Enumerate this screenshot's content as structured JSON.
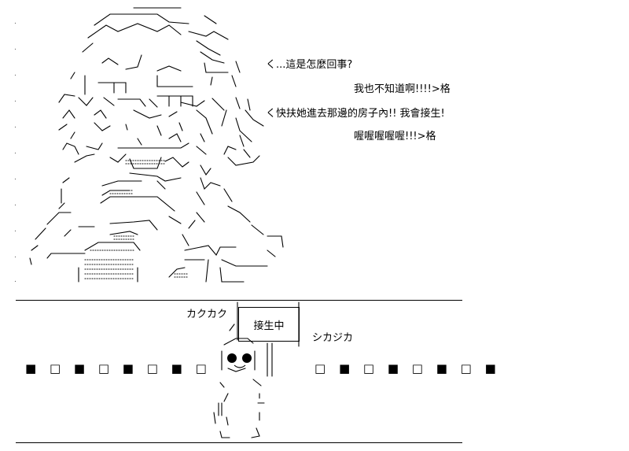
{
  "speech_lines": [
    "く...這是怎麼回事?",
    "我也不知道啊!!!!>格",
    "く快扶她進去那邊的房子內!! 我會接生!",
    "喔喔喔喔喔!!!>格"
  ],
  "sound_effects": {
    "left": "カクカク",
    "right": "シカジカ"
  },
  "sign_text": "接生中",
  "left_squares": "■ □ ■ □ ■ □ ■ □",
  "right_squares": "□ ■ □ ■ □ ■ □ ■"
}
